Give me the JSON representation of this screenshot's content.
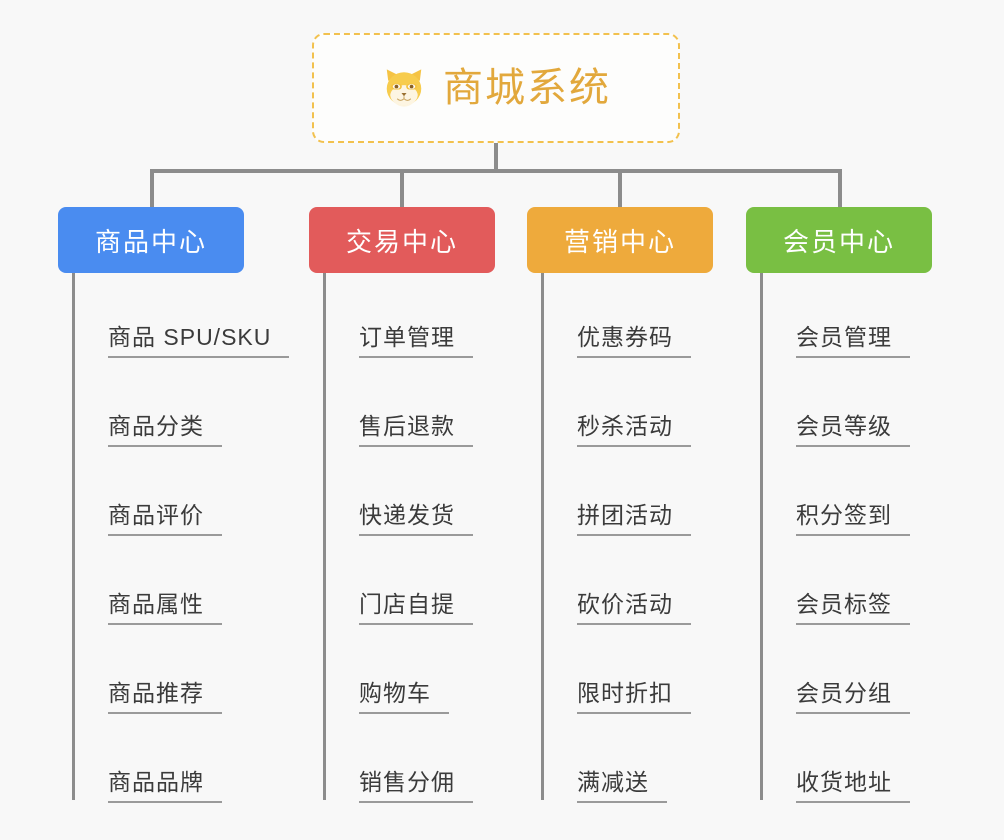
{
  "background_color": "#f8f8f8",
  "root": {
    "icon": "shiba-dog-icon",
    "title": "商城系统",
    "border_color": "#f2c14e",
    "text_color": "#e2a83c"
  },
  "connector_color": "#8c8c8c",
  "columns": [
    {
      "id": "product-center",
      "title": "商品中心",
      "color": "#4a8cf0",
      "items": [
        "商品 SPU/SKU",
        "商品分类",
        "商品评价",
        "商品属性",
        "商品推荐",
        "商品品牌"
      ]
    },
    {
      "id": "trade-center",
      "title": "交易中心",
      "color": "#e25b5b",
      "items": [
        "订单管理",
        "售后退款",
        "快递发货",
        "门店自提",
        "购物车",
        "销售分佣"
      ]
    },
    {
      "id": "marketing-center",
      "title": "营销中心",
      "color": "#eeaa3c",
      "items": [
        "优惠券码",
        "秒杀活动",
        "拼团活动",
        "砍价活动",
        "限时折扣",
        "满减送"
      ]
    },
    {
      "id": "member-center",
      "title": "会员中心",
      "color": "#79bf43",
      "items": [
        "会员管理",
        "会员等级",
        "积分签到",
        "会员标签",
        "会员分组",
        "收货地址"
      ]
    }
  ],
  "chart_data": {
    "type": "diagram",
    "diagram_type": "org-chart",
    "root": "商城系统",
    "levels": 3,
    "branches": 4,
    "leaves_per_branch": 6
  }
}
